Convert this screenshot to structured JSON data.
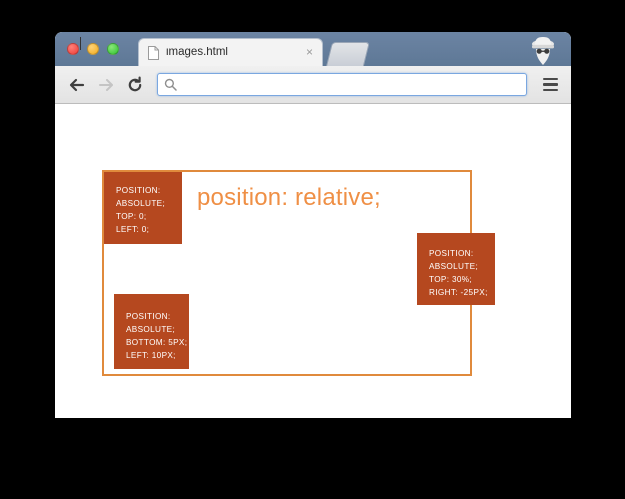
{
  "window": {
    "traffic_lights": [
      "close",
      "minimize",
      "maximize"
    ],
    "incognito_icon": "incognito-icon"
  },
  "tabstrip": {
    "active_tab": {
      "title": "images.html",
      "favicon": "page-icon",
      "close_label": "×"
    },
    "new_tab_label": ""
  },
  "toolbar": {
    "back_icon": "back-arrow-icon",
    "forward_icon": "forward-arrow-icon",
    "reload_icon": "reload-icon",
    "menu_icon": "hamburger-menu-icon",
    "url_bar": {
      "search_icon": "search-icon",
      "value": "",
      "placeholder": ""
    }
  },
  "page": {
    "relative_container": {
      "title": "position: relative;",
      "border_color": "#e08a3c",
      "title_color": "#ef8f45"
    },
    "absolute_boxes": [
      {
        "id": "box-top-left",
        "background": "#b5481f",
        "lines": [
          "POSITION:",
          "ABSOLUTE;",
          "TOP: 0;",
          "LEFT: 0;"
        ]
      },
      {
        "id": "box-right",
        "background": "#b5481f",
        "lines": [
          "POSITION:",
          "ABSOLUTE;",
          "TOP: 30%;",
          "RIGHT: -25PX;"
        ]
      },
      {
        "id": "box-bottom-left",
        "background": "#b5481f",
        "lines": [
          "POSITION:",
          "ABSOLUTE;",
          "BOTTOM: 5PX;",
          "LEFT: 10PX;"
        ]
      }
    ]
  }
}
